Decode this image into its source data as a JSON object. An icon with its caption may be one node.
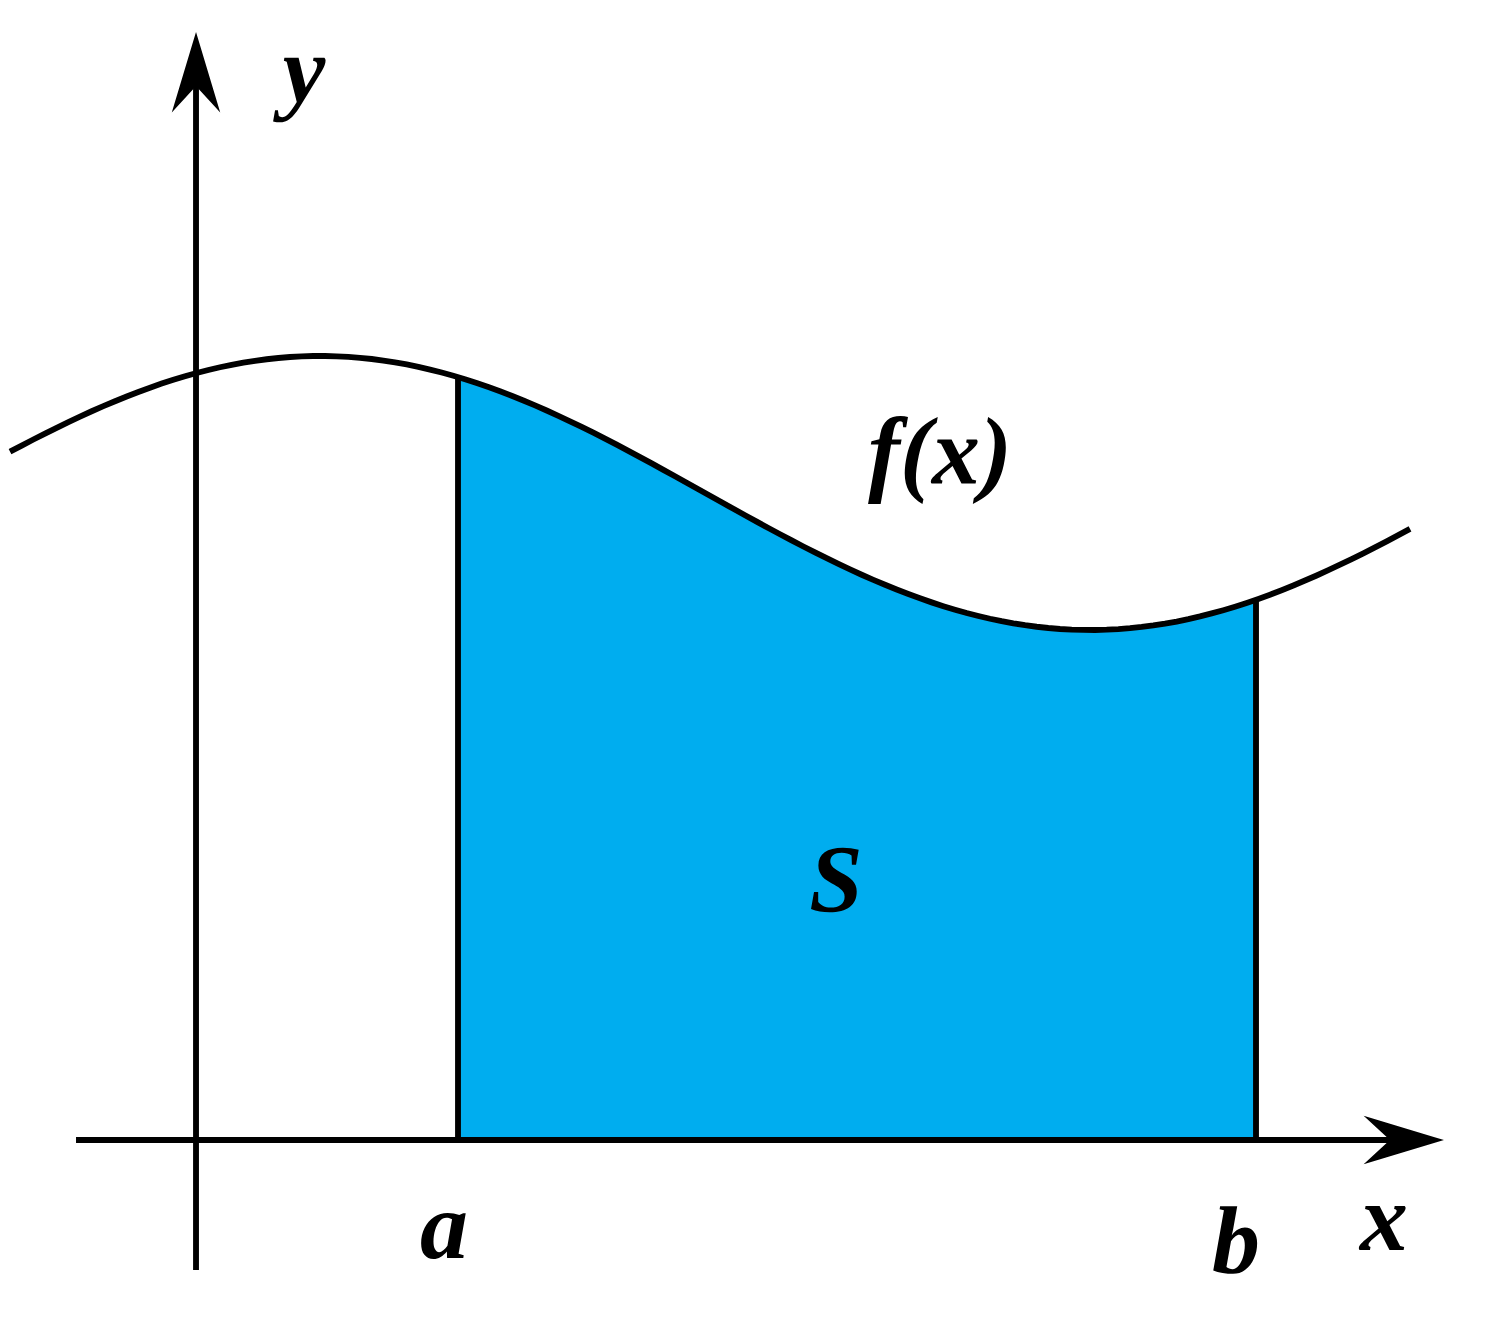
{
  "diagram": {
    "nodes": [
      {
        "text": [
          "S"
        ]
      }
    ],
    "labels": [
      "y",
      "f(x)",
      "a",
      "b",
      "x"
    ]
  }
}
